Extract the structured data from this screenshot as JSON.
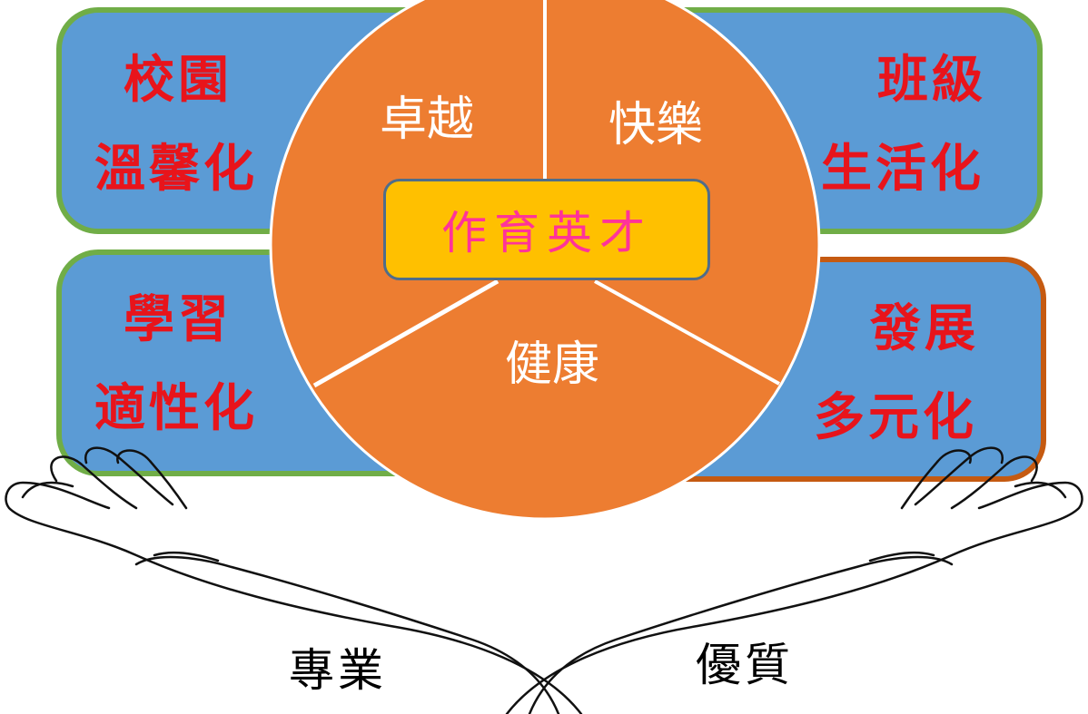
{
  "center": {
    "label": "作育英才"
  },
  "pie": {
    "slices": [
      {
        "label": "卓越"
      },
      {
        "label": "快樂"
      },
      {
        "label": "健康"
      }
    ]
  },
  "boxes": {
    "top_left": {
      "line1": "校園",
      "line2": "溫馨化"
    },
    "top_right": {
      "line1": "班級",
      "line2": "生活化"
    },
    "bottom_left": {
      "line1": "學習",
      "line2": "適性化"
    },
    "bottom_right": {
      "line1": "發展",
      "line2": "多元化"
    }
  },
  "hands": {
    "left": {
      "label": "專業"
    },
    "right": {
      "label": "優質"
    }
  },
  "colors": {
    "box_fill": "#5b9bd5",
    "box_border_green": "#70ad47",
    "box_border_orange": "#c55a11",
    "pie_fill": "#ed7d31",
    "center_fill": "#ffc000",
    "center_text": "#ff3399",
    "box_text": "#e8141b"
  }
}
